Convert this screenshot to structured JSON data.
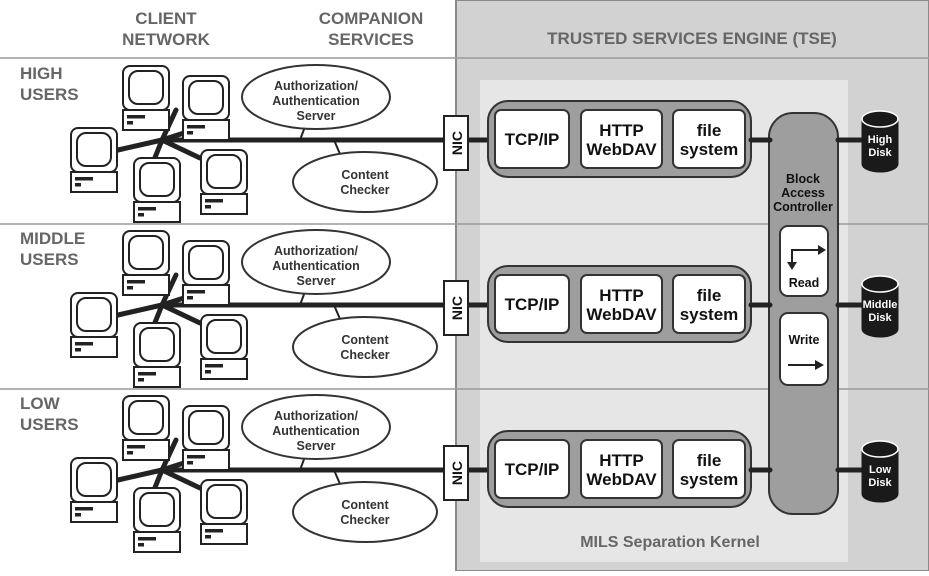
{
  "headers": {
    "client_network": [
      "CLIENT",
      "NETWORK"
    ],
    "companion_services": [
      "COMPANION",
      "SERVICES"
    ],
    "tse_title": "TRUSTED SERVICES ENGINE (TSE)"
  },
  "levels": [
    {
      "label": [
        "HIGH",
        "USERS"
      ],
      "auth_server": [
        "Authorization/",
        "Authentication",
        "Server"
      ],
      "content_checker": [
        "Content",
        "Checker"
      ],
      "nic": "NIC",
      "stack": [
        "TCP/IP",
        "HTTP WebDAV",
        "file system"
      ],
      "disk": [
        "High",
        "Disk"
      ]
    },
    {
      "label": [
        "MIDDLE",
        "USERS"
      ],
      "auth_server": [
        "Authorization/",
        "Authentication",
        "Server"
      ],
      "content_checker": [
        "Content",
        "Checker"
      ],
      "nic": "NIC",
      "stack": [
        "TCP/IP",
        "HTTP WebDAV",
        "file system"
      ],
      "disk": [
        "Middle",
        "Disk"
      ]
    },
    {
      "label": [
        "LOW",
        "USERS"
      ],
      "auth_server": [
        "Authorization/",
        "Authentication",
        "Server"
      ],
      "content_checker": [
        "Content",
        "Checker"
      ],
      "nic": "NIC",
      "stack": [
        "TCP/IP",
        "HTTP WebDAV",
        "file system"
      ],
      "disk": [
        "Low",
        "Disk"
      ]
    }
  ],
  "block_access_controller": [
    "Block",
    "Access",
    "Controller"
  ],
  "read_label": "Read",
  "write_label": "Write",
  "kernel_label": "MILS Separation Kernel",
  "colors": {
    "tse_panel": "#d2d2d2",
    "kernel_area": "#e6e6e6",
    "stack_row": "#9e9e9e",
    "controller": "#9e9e9e",
    "text_gray": "#666666",
    "lines": "#222222"
  }
}
